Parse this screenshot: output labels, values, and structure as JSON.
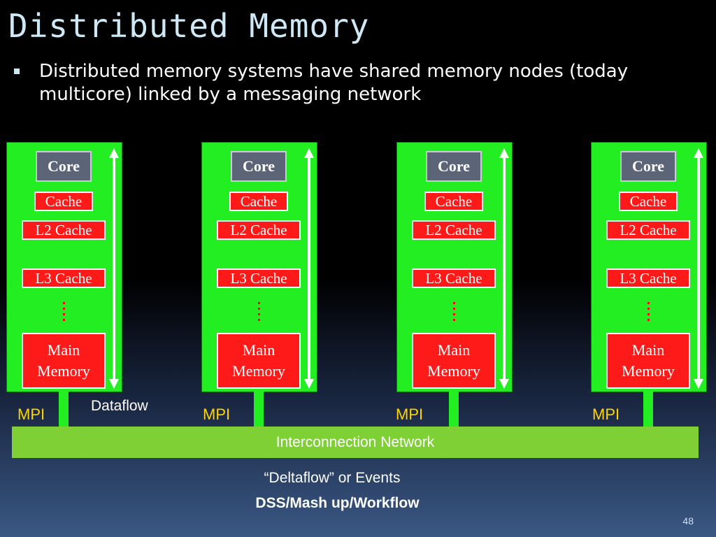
{
  "title": "Distributed Memory",
  "bullet": "Distributed memory systems have shared memory nodes (today multicore) linked by a messaging network",
  "nodes": [
    {
      "core": "Core",
      "cache": "Cache",
      "l2": "L2 Cache",
      "l3": "L3 Cache",
      "main_line1": "Main",
      "main_line2": "Memory",
      "mpi": "MPI"
    },
    {
      "core": "Core",
      "cache": "Cache",
      "l2": "L2 Cache",
      "l3": "L3 Cache",
      "main_line1": "Main",
      "main_line2": "Memory",
      "mpi": "MPI"
    },
    {
      "core": "Core",
      "cache": "Cache",
      "l2": "L2 Cache",
      "l3": "L3 Cache",
      "main_line1": "Main",
      "main_line2": "Memory",
      "mpi": "MPI"
    },
    {
      "core": "Core",
      "cache": "Cache",
      "l2": "L2 Cache",
      "l3": "L3 Cache",
      "main_line1": "Main",
      "main_line2": "Memory",
      "mpi": "MPI"
    }
  ],
  "dataflow": "Dataflow",
  "network": "Interconnection Network",
  "deltaflow": "“Deltaflow” or Events",
  "dss": "DSS/Mash up/Workflow",
  "page_number": "48",
  "colors": {
    "node": "#22ee22",
    "memory": "#ff1a1a",
    "core": "#5b6577",
    "mpi_text": "#ffd400",
    "network": "#7fd035"
  }
}
